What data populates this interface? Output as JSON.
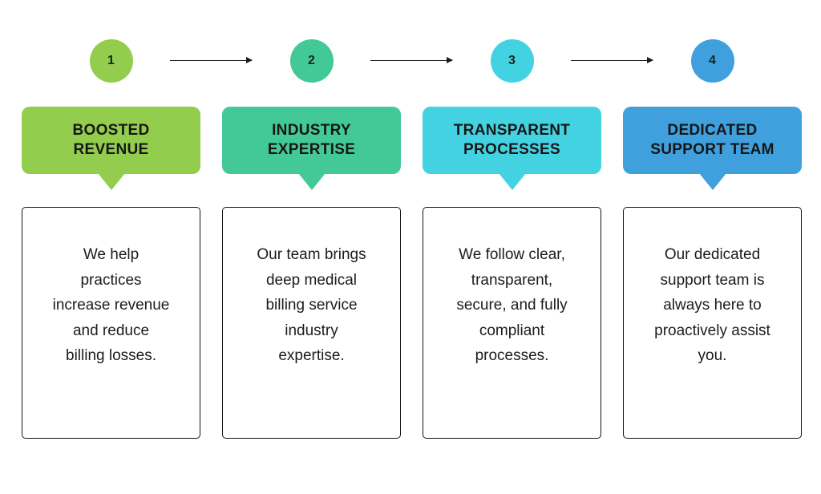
{
  "diagram": {
    "background_color": "#ffffff",
    "text_color": "#1c1c1c",
    "arrow_color": "#1a1a1a",
    "card_border_color": "#141414",
    "steps": [
      {
        "number": "1",
        "title": "BOOSTED\nREVENUE",
        "description": "We help\npractices\nincrease revenue\nand reduce\nbilling losses.",
        "color": "#93cd4e"
      },
      {
        "number": "2",
        "title": "INDUSTRY\nEXPERTISE",
        "description": "Our team brings\ndeep medical\nbilling service\nindustry\nexpertise.",
        "color": "#43c997"
      },
      {
        "number": "3",
        "title": "TRANSPARENT\nPROCESSES",
        "description": "We follow clear,\ntransparent,\nsecure, and fully\ncompliant\nprocesses.",
        "color": "#43d2e2"
      },
      {
        "number": "4",
        "title": "DEDICATED\nSUPPORT TEAM",
        "description": "Our dedicated\nsupport team is\nalways here to\nproactively assist\nyou.",
        "color": "#3fa0dd"
      }
    ]
  }
}
